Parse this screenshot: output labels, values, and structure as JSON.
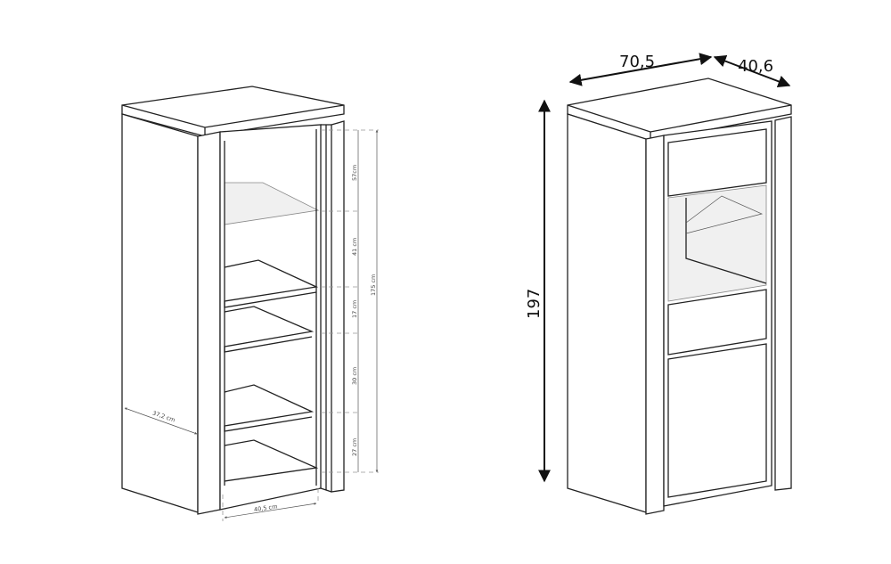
{
  "left_view": {
    "dimensions": {
      "section_1": "57cm",
      "section_2": "41 cm",
      "section_3": "17 cm",
      "section_4": "30 cm",
      "section_5": "27 cm",
      "total_height": "175 cm",
      "depth": "37,2 cm",
      "inner_width": "40,5 cm"
    }
  },
  "right_view": {
    "dimensions": {
      "width": "70,5",
      "depth": "40,6",
      "height": "197"
    }
  },
  "colors": {
    "line": "#222222",
    "glass": "#f0f0f0"
  }
}
